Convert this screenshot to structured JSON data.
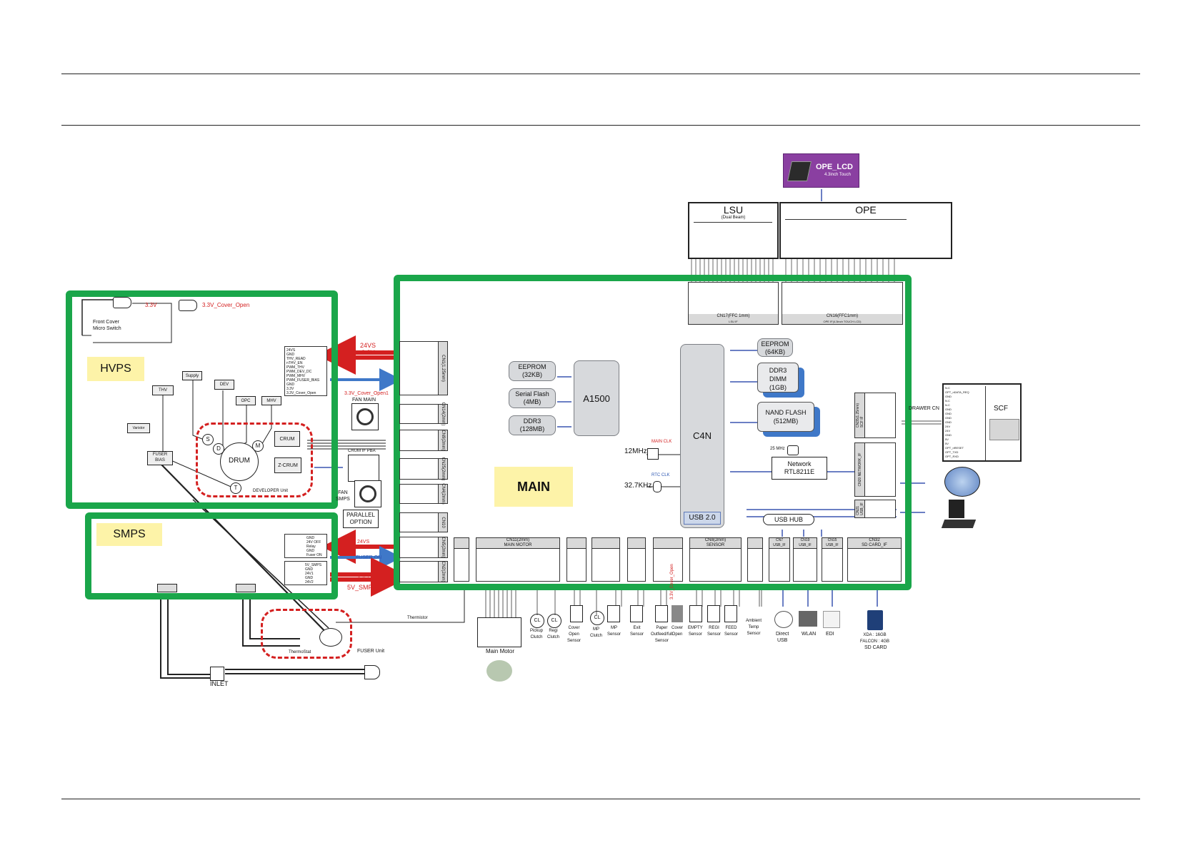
{
  "blocks": {
    "hvps": "HVPS",
    "smps": "SMPS",
    "main": "MAIN",
    "lsu": "LSU",
    "lsu_sub": "(Dual Beam)",
    "ope": "OPE",
    "ope_lcd": "OPE_LCD",
    "ope_lcd_sub": "4.3inch Touch",
    "scf": "SCF"
  },
  "hvps": {
    "v33": "3.3V",
    "v33_cover": "3.3V_Cover_Open",
    "front_cover": "Front Cover\nMicro Switch",
    "supply": "Supply",
    "thv": "THV",
    "dev": "DEV",
    "opc": "OPC",
    "mhv": "MHV",
    "varistor": "Varistor",
    "fuser_bias": "FUSER\nBIAS",
    "drum": "DRUM",
    "s": "S",
    "d": "D",
    "m": "M",
    "t": "T",
    "crum": "CRUM",
    "zcrum": "Z-CRUM",
    "developer_unit": "DEVELOPER Unit",
    "crum_if_pba": "CRUM IF PBA"
  },
  "main_labels": {
    "eeprom1": "EEPROM\n(32KB)",
    "serial_flash": "Serial Flash\n(4MB)",
    "ddr3_1": "DDR3\n(128MB)",
    "a1500": "A1500",
    "c4n": "C4N",
    "usb20": "USB 2.0",
    "eeprom2": "EEPROM\n(64KB)",
    "ddr3_dimm": "DDR3\nDIMM\n(1GB)",
    "nand": "NAND FLASH\n(512MB)",
    "mhz25": "25 MHz",
    "network": "Network\nRTL8211E",
    "main_clk": "MAIN CLK",
    "mhz12": "12MHz",
    "rtc_clk": "RTC CLK",
    "khz": "32.7KHz",
    "usb_hub": "USB HUB",
    "fan_main": "FAN MAIN",
    "fan_smps": "FAN\nSMPS",
    "parallel": "PARALLEL\nOPTION",
    "drawer_cn": "DRAWER CN"
  },
  "arrows": {
    "a24vs": "24VS",
    "a33v": "3.3V",
    "a33v_cover": "3.3V_Cover_Open1",
    "b24vs": "24VS",
    "fuser_on": "FUSER ON",
    "b24v": "24V",
    "b5v": "5V_SMPS",
    "thermistor": "Thermistor",
    "cover_open_red": "3.3V_Cover_Open"
  },
  "connectors": {
    "cn17": "CN17(FFC 1mm)",
    "cn17_sub": "LSU IF",
    "cn16": "CN16(FFC1mm)",
    "cn16_sub": "OPE IF(4.3inch TOUCH LCD)",
    "cn1": "CN1(1.25mm)",
    "cn14": "CN14(2mm)",
    "cn9": "CN9(2mm)",
    "cn25": "CN25(2mm)",
    "cn4": "CN4(2mm)",
    "cn10": "CN10",
    "cn5": "CN5(2mm)",
    "cn2": "CN2(2mm)",
    "cn35": "CN35(1.25mm)\nSCF IF",
    "cn20": "CN20 NETWORK_IF",
    "cn21": "CN21\nUSB_IF",
    "cn11": "CN11(2mm)\nMAIN MOTOR",
    "cn8": "CN8(2mm)\nSENSOR",
    "cn7": "CN7\nUSB_IF",
    "cn19": "CN19\nUSB_IF",
    "cn15": "CN15\nUSB_IF",
    "cn32": "CN32\nSD CARD_IF",
    "hvps_pins": [
      "24VS",
      "GND",
      "THV_READ",
      "nTHV_EN",
      "PWM_THV",
      "PWM_DEV_DC",
      "PWM_MHV",
      "PWM_FUSER_BIAS",
      "GND",
      "3.3V",
      "3.3V_Cover_Open"
    ],
    "smps_pins1": [
      "GND",
      "24V OFF",
      "Relay",
      "GND",
      "Fuser ON"
    ],
    "smps_pins2": [
      "5V_SMPS",
      "GND",
      "24V1",
      "GND",
      "24V2"
    ],
    "scf_pins": [
      "N.C",
      "OPT_nDATA_REQ",
      "GND",
      "N.C",
      "N.C",
      "GND",
      "GND",
      "GND",
      "GND",
      "24V",
      "24V",
      "GND",
      "5V",
      "5V",
      "OPT_nRESET",
      "OPT_TXD",
      "OPT_RXD"
    ]
  },
  "components": {
    "main_motor": "Main Motor",
    "pickup": "Pickup\nClutch",
    "regi_clutch": "Regi\nClutch",
    "cover_open": "Cover\nOpen\nSensor",
    "mp_clutch": "MP\nClutch",
    "mp_sensor": "MP\nSensor",
    "exit": "Exit\nSensor",
    "paper_out": "Paper\nOutfeed/full\nSensor",
    "cover_open2": "Cover\nOpen",
    "empty": "EMPTY\nSensor",
    "regi_sensor": "REGI\nSensor",
    "feed": "FEED\nSensor",
    "ambient": "Ambient\nTemp\nSensor",
    "direct_usb": "Direct\nUSB",
    "wlan": "WLAN",
    "edi": "EDI",
    "sd_card": "SD CARD",
    "sd_card_spec": "XDA : 16GB\nFALCON : 4GB",
    "fuser_unit": "FUSER Unit",
    "thermostat": "ThermoStat",
    "inlet": "INLET",
    "cl": "CL"
  },
  "colors": {
    "green": "#1aa64a",
    "red_arrow": "#d42020",
    "blue_arrow": "#3f78c8",
    "yellow_label": "#fdf3a8",
    "lcd_purple": "#8a3fa1"
  }
}
